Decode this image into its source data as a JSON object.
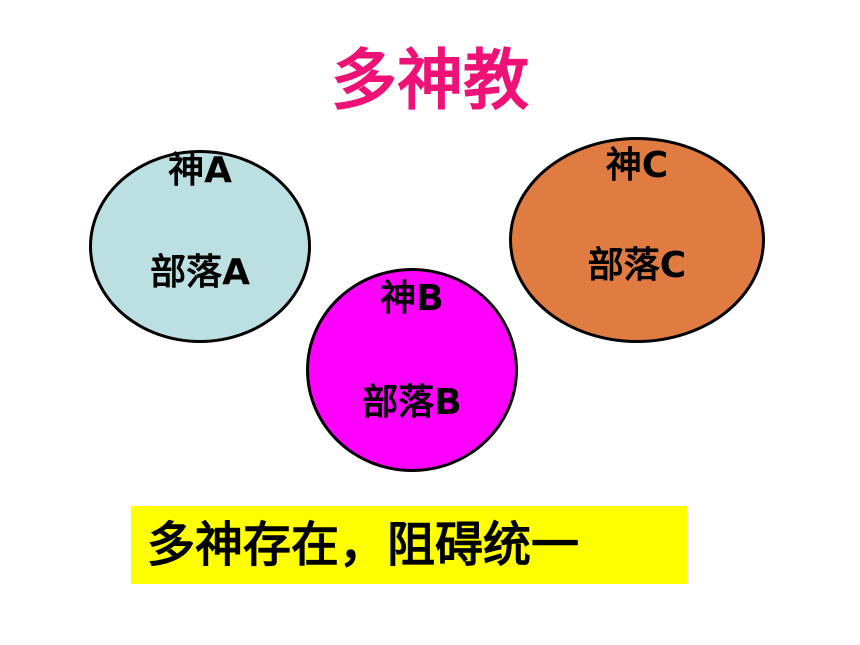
{
  "title": "多神教",
  "colors": {
    "title": "#ee1277",
    "circle_a": "#bcdfe1",
    "circle_b": "#ff00ff",
    "circle_c": "#e07c41",
    "caption_bg": "#ffff00"
  },
  "circles": {
    "a": {
      "god": "神A",
      "tribe": "部落A"
    },
    "b": {
      "god": "神B",
      "tribe": "部落B"
    },
    "c": {
      "god": "神C",
      "tribe": "部落C"
    }
  },
  "caption": "多神存在，阻碍统一"
}
